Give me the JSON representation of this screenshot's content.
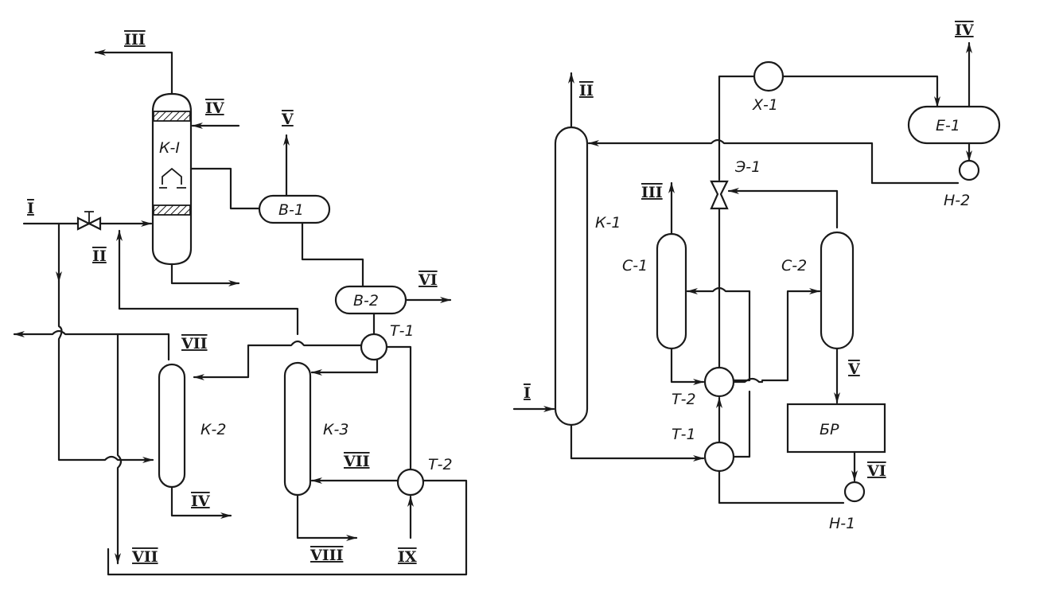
{
  "left_scheme": {
    "labels": {
      "stream_I": "I",
      "stream_II": "II",
      "stream_III": "III",
      "stream_IV_top": "IV",
      "stream_V": "V",
      "stream_VI": "VI",
      "stream_VII_a": "VII",
      "stream_VII_b": "VII",
      "stream_VII_c": "VII",
      "stream_IV_bottom": "IV",
      "stream_VIII": "VIII",
      "stream_IX": "IX",
      "column_K1": "К-I",
      "column_K2": "К-2",
      "column_K3": "К-3",
      "vessel_B1": "В-1",
      "vessel_B2": "В-2",
      "hx_T1": "Т-1",
      "hx_T2": "Т-2"
    }
  },
  "right_scheme": {
    "labels": {
      "stream_I": "I",
      "stream_II": "II",
      "stream_III": "III",
      "stream_IV": "IV",
      "stream_V": "V",
      "stream_VI": "VI",
      "column_K1": "К-1",
      "column_C1": "С-1",
      "column_C2": "С-2",
      "hx_T1": "Т-1",
      "hx_T2": "Т-2",
      "cooler_X1": "Х-1",
      "ejector_E1": "Э-1",
      "tank_E1": "Е-1",
      "pump_H1": "Н-1",
      "pump_H2": "Н-2",
      "tank_BR": "БР"
    }
  }
}
